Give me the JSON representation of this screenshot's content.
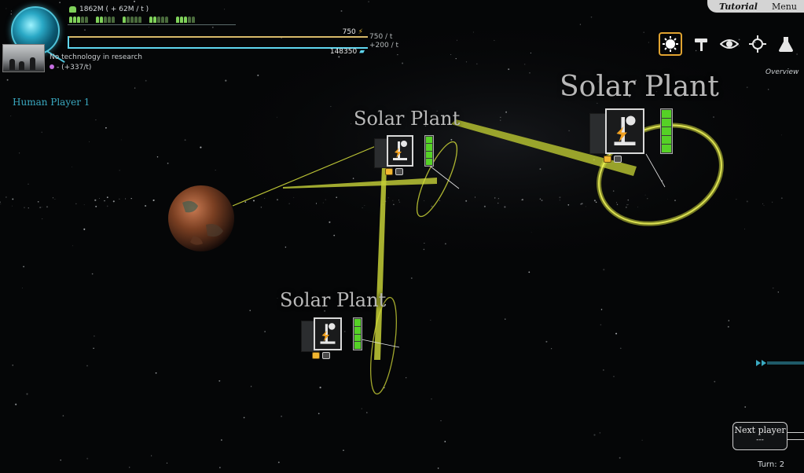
{
  "hud": {
    "population": "1862M ( + 62M / t )",
    "energy_value": "750",
    "energy_rate": "750 / t",
    "credits_value": "148350",
    "credits_rate": "+200 / t",
    "research_status": "No technology in research",
    "research_rate": "- (+337/t)",
    "player_name": "Human Player 1"
  },
  "menu": {
    "tutorial_label": "Tutorial",
    "menu_label": "Menu"
  },
  "toolbar": {
    "tools": [
      "sun-icon",
      "hammer-icon",
      "eye-icon",
      "crosshair-icon",
      "flask-icon"
    ],
    "active_tool": "sun-icon",
    "mode_label": "Overview"
  },
  "map": {
    "planet_colors": [
      "#7a3f22",
      "#3f5d4e"
    ],
    "buildings": [
      {
        "label": "Solar Plant",
        "energy_bars": 4
      },
      {
        "label": "Solar Plant",
        "energy_bars": 5
      },
      {
        "label": "Solar Plant",
        "energy_bars": 4
      }
    ]
  },
  "footer": {
    "next_player_label": "Next player",
    "next_player_sub": "---",
    "turn_label": "Turn: 2"
  },
  "colors": {
    "accent_cyan": "#4fc3d9",
    "orbit_yellow": "#cfd83a",
    "gauge_green": "#55d226"
  }
}
